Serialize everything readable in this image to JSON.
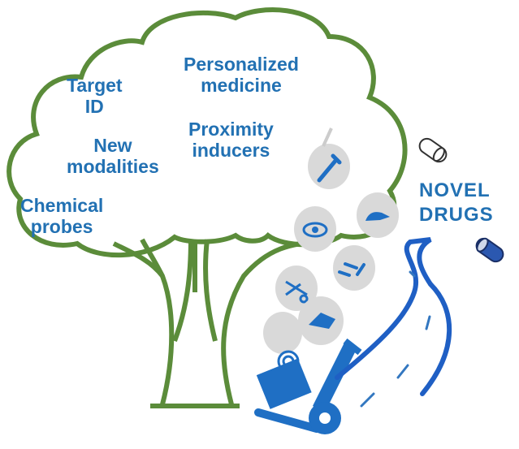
{
  "tree_labels": {
    "target_id": [
      "Target",
      "ID"
    ],
    "new_modalities": [
      "New",
      "modalities"
    ],
    "chemical_probes": [
      "Chemical",
      "probes"
    ],
    "personalized_medicine": [
      "Personalized",
      "medicine"
    ],
    "proximity_inducers": [
      "Proximity",
      "inducers"
    ]
  },
  "outcome": [
    "NOVEL",
    "DRUGS"
  ],
  "icons": [
    "pipette-icon",
    "eye-icon",
    "mouse-icon",
    "scissors-icon",
    "fish-icon",
    "truck-icon",
    "target-icon",
    "hand-truck-icon",
    "road-icon",
    "capsule-icon"
  ],
  "colors": {
    "text": "#2271b3",
    "tree": "#5b8c3a",
    "apple": "#d9d9d9",
    "icon": "#1f6fc4"
  }
}
